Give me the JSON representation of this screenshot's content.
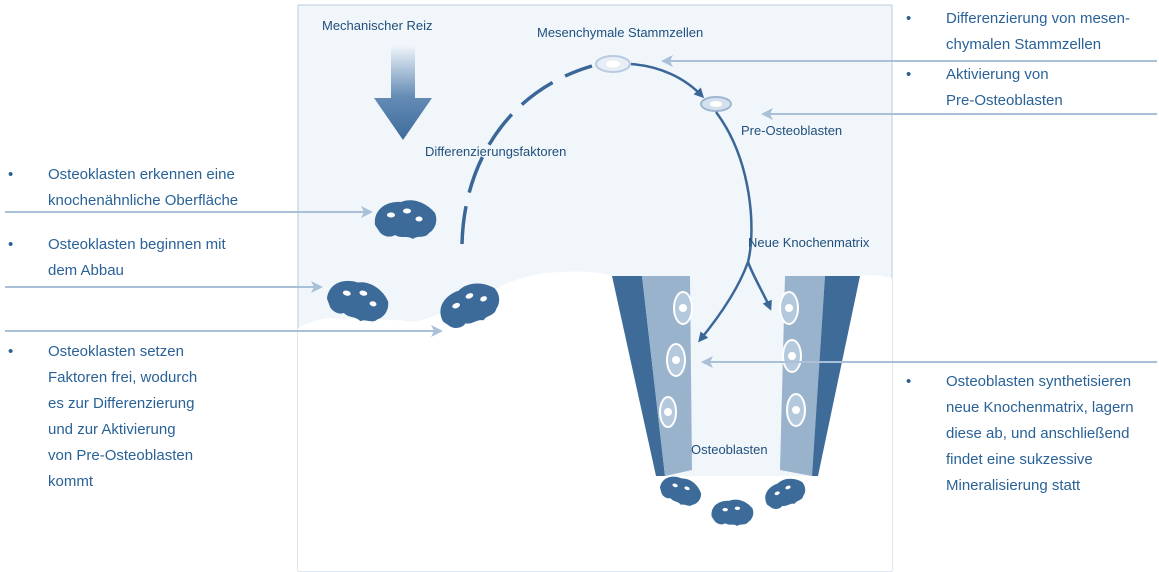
{
  "labels": {
    "mechanical_stimulus": "Mechanischer Reiz",
    "mesenchymal_stem_cells": "Mesenchymale Stammzellen",
    "pre_osteoblasts": "Pre-Osteoblasten",
    "differentiation_factors": "Differenzierungsfaktoren",
    "new_bone_matrix": "Neue Knochenmatrix",
    "osteoblasts": "Osteoblasten"
  },
  "notes": {
    "bullet": "•",
    "left": [
      {
        "lines": [
          "Osteoklasten erkennen eine",
          "knochenähnliche Oberfläche"
        ]
      },
      {
        "lines": [
          "Osteoklasten beginnen mit",
          "dem Abbau"
        ]
      },
      {
        "lines": [
          "Osteoklasten setzen",
          "Faktoren frei, wodurch",
          "es zur Differenzierung",
          "und zur Aktivierung",
          "von Pre-Osteoblasten",
          "kommt"
        ]
      }
    ],
    "right": [
      {
        "lines": [
          "Differenzierung von mesen-",
          "chymalen Stammzellen"
        ]
      },
      {
        "lines": [
          "Aktivierung von",
          "Pre-Osteoblasten"
        ]
      },
      {
        "lines": [
          "Osteoblasten synthetisieren",
          "neue Knochenmatrix, lagern",
          "diese ab, und anschließend",
          "findet eine sukzessive",
          "Mineralisierung statt"
        ]
      }
    ]
  },
  "colors": {
    "panel_background": "#f1f6fb",
    "panel_border": "#b9cde0",
    "bone": "#ffffff",
    "osteoclast": "#3c6a99",
    "arrow_dark": "#3a6797",
    "pointer_line": "#a9c0d8",
    "text": "#2a6297"
  }
}
